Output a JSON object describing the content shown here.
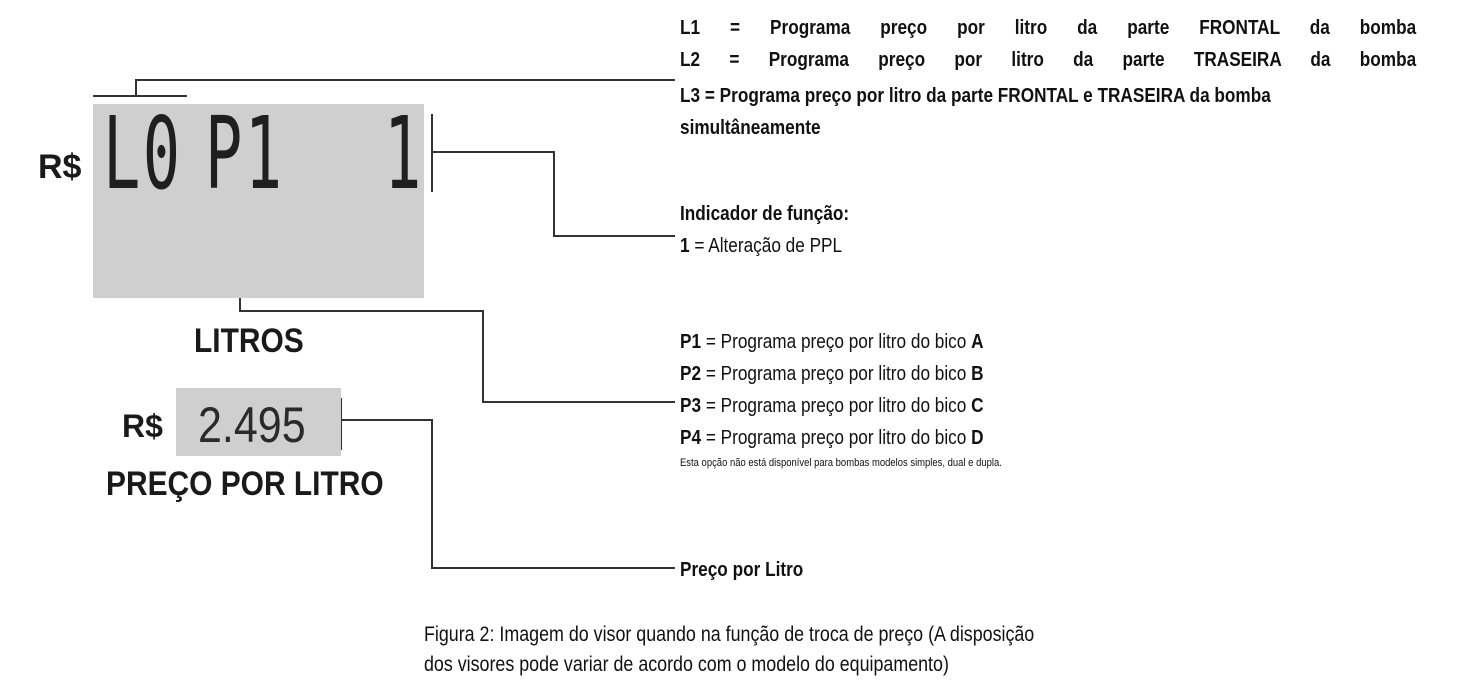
{
  "display_main": {
    "currency": "R$",
    "seg_left": "L0",
    "seg_mid": "P1",
    "seg_right": "1",
    "label": "LITROS"
  },
  "display_price": {
    "currency": "R$",
    "value": "2.495",
    "label": "PREÇO POR LITRO"
  },
  "notes": {
    "l1_key": "L1",
    "l1_text": " = Programa preço por litro da parte FRONTAL da bomba",
    "l2_key": "L2",
    "l2_text": " = Programa preço por litro da parte TRASEIRA da bomba",
    "l3_text": "L3 = Programa preço por litro da parte FRONTAL e TRASEIRA da bomba",
    "l3_cont": "simultâneamente",
    "func_title": "Indicador de função:",
    "func_key": "1",
    "func_text": " = Alteração de PPL",
    "p1_key": "P1",
    "p1_text": " = Programa preço por litro do bico ",
    "p1_bico": "A",
    "p2_key": "P2",
    "p2_text": " = Programa preço por litro do bico ",
    "p2_bico": "B",
    "p3_key": "P3",
    "p3_text": " = Programa preço por litro do bico ",
    "p3_bico": "C",
    "p4_key": "P4",
    "p4_text": " = Programa preço por litro do bico ",
    "p4_bico": "D",
    "p_footnote": "Esta opção não está disponível para bombas modelos simples, dual e dupla.",
    "ppl_title": "Preço por Litro"
  },
  "caption": {
    "line1": "Figura 2: Imagem do visor quando na função de troca de preço (A disposição",
    "line2": "dos visores pode variar de acordo com o modelo do equipamento)"
  },
  "colors": {
    "display_bg": "#cfcfcf",
    "line": "#333333",
    "text": "#1a1a1a"
  }
}
